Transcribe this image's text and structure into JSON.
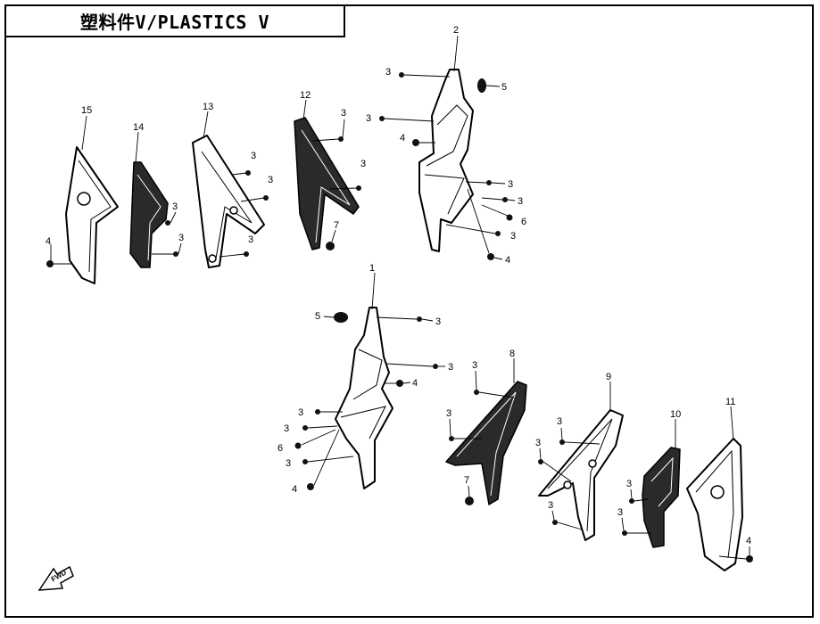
{
  "title": "塑料件V/PLASTICS V",
  "labels": {
    "p1": "1",
    "p2": "2",
    "p3": "3",
    "p4": "4",
    "p5": "5",
    "p6": "6",
    "p7": "7",
    "p8": "8",
    "p9": "9",
    "p10": "10",
    "p11": "11",
    "p12": "12",
    "p13": "13",
    "p14": "14",
    "p15": "15"
  },
  "fwd_label": "FWD"
}
